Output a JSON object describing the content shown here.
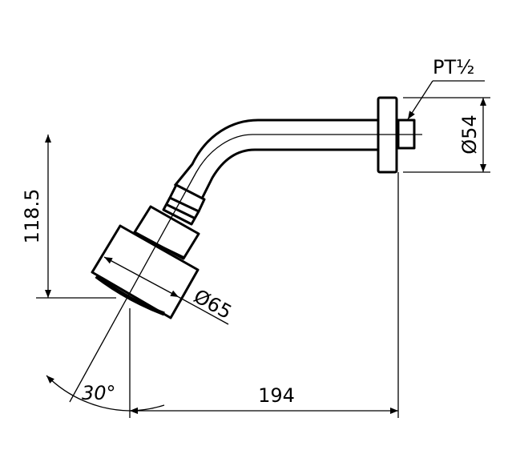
{
  "dimensions": {
    "height_drop": "118.5",
    "head_diameter": "Ø65",
    "flange_diameter": "Ø54",
    "thread": "PT½",
    "projection": "194",
    "tilt_angle": "30°"
  },
  "colors": {
    "line": "#000000",
    "background": "#ffffff"
  }
}
